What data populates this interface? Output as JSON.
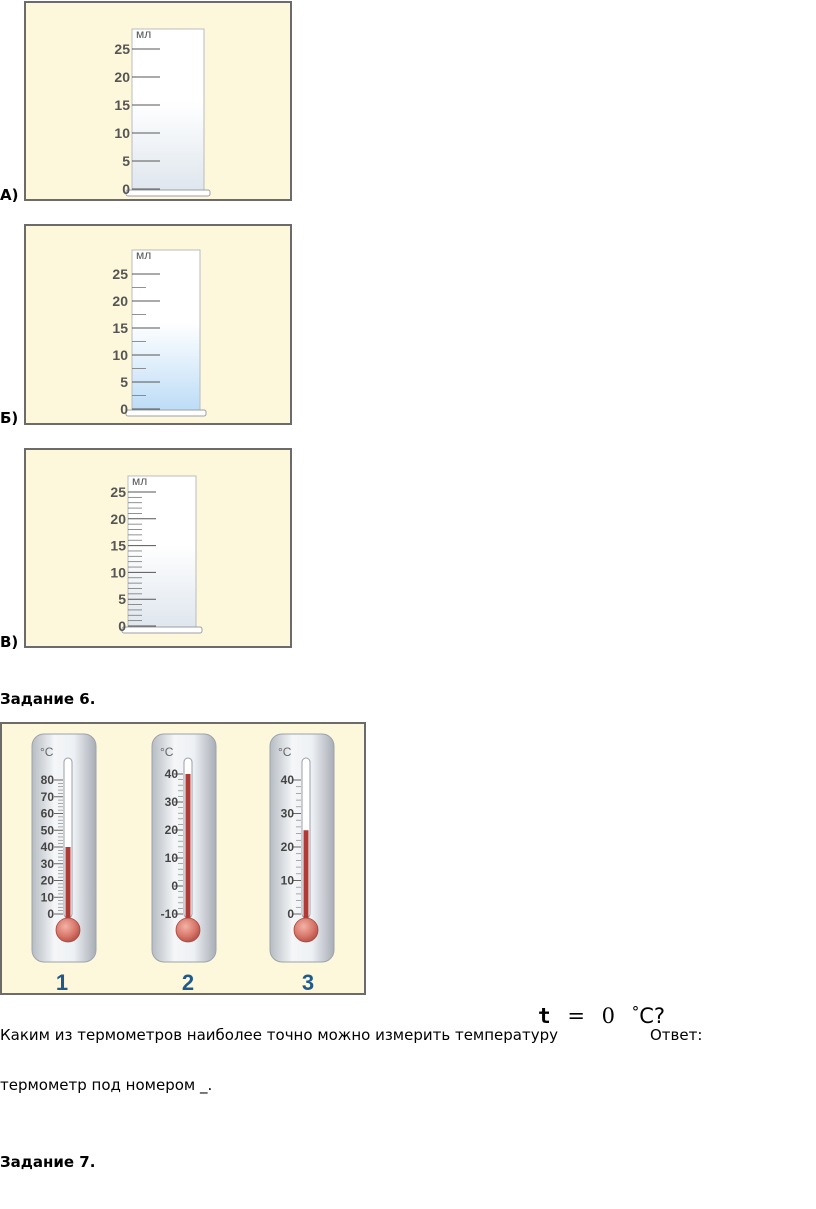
{
  "cylinders": [
    {
      "label": "А)",
      "unit": "мл",
      "scale_labels": [
        "25",
        "20",
        "15",
        "10",
        "5",
        "0"
      ],
      "minor_ticks_per_label": 0,
      "liquid_color": "#dfe6ee"
    },
    {
      "label": "Б)",
      "unit": "мл",
      "scale_labels": [
        "25",
        "20",
        "15",
        "10",
        "5",
        "0"
      ],
      "minor_ticks_per_label": 1,
      "liquid_color": "#bcdcf6"
    },
    {
      "label": "В)",
      "unit": "мл",
      "scale_labels": [
        "25",
        "20",
        "15",
        "10",
        "5",
        "0"
      ],
      "minor_ticks_per_label": 4,
      "liquid_color": "#dfe6ee"
    }
  ],
  "task6": {
    "heading": "Задание 6.",
    "thermometers": [
      {
        "number": "1",
        "unit": "°C",
        "scale_labels": [
          "80",
          "70",
          "60",
          "50",
          "40",
          "30",
          "20",
          "10",
          "0"
        ],
        "reading_c": 40
      },
      {
        "number": "2",
        "unit": "°C",
        "scale_labels": [
          "40",
          "30",
          "20",
          "10",
          "0",
          "-10"
        ],
        "reading_c": 40
      },
      {
        "number": "3",
        "unit": "°C",
        "scale_labels": [
          "40",
          "30",
          "20",
          "10",
          "0"
        ],
        "reading_c": 25
      }
    ],
    "question": "Каким из термометров наиболее точно можно измерить температуру",
    "formula_var": "t",
    "formula_eq": "=",
    "formula_val": "0",
    "formula_deg": "°",
    "formula_unit": "С?",
    "answer_label": "Ответ:",
    "answer_line": "термометр под номером _."
  },
  "task7": {
    "heading": "Задание 7."
  },
  "colors": {
    "figure_bg": "#fdf8dc",
    "figure_border": "#6b6b6b",
    "mercury": "#b03a36",
    "number_blue": "#1f5a8a"
  }
}
